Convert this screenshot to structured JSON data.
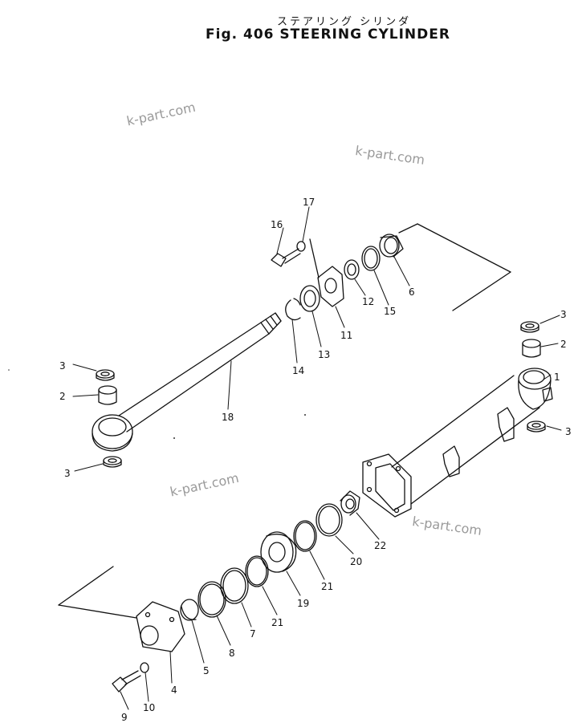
{
  "header": {
    "title_jp": "ステアリング シリンダ",
    "title": "Fig. 406  STEERING  CYLINDER"
  },
  "watermarks": [
    "k-part.com",
    "k-part.com",
    "k-part.com",
    "k-part.com"
  ],
  "callouts": [
    "1",
    "2",
    "3",
    "2",
    "3",
    "3",
    "3",
    "4",
    "5",
    "6",
    "7",
    "8",
    "9",
    "10",
    "11",
    "12",
    "13",
    "14",
    "15",
    "16",
    "17",
    "18",
    "19",
    "20",
    "21",
    "21",
    "22"
  ]
}
